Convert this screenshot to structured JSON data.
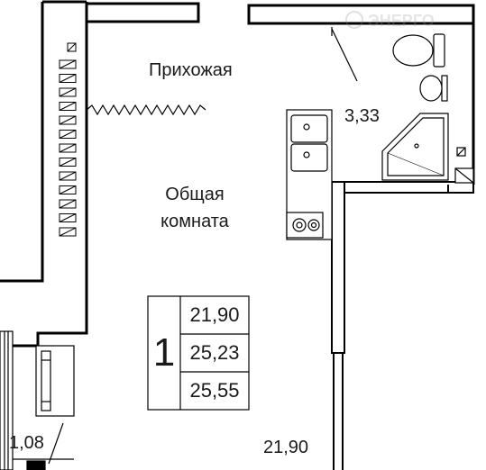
{
  "rooms": {
    "hallway": "Прихожая",
    "living_line1": "Общая",
    "living_line2": "комната"
  },
  "areas": {
    "bathroom": "3,33",
    "balcony": "1,08",
    "bottom": "21,90"
  },
  "summary": {
    "rooms_count": "1",
    "living_area": "21,90",
    "total_area": "25,23",
    "total_area_with_balcony": "25,55"
  },
  "watermark": "ЭНЕРГО"
}
